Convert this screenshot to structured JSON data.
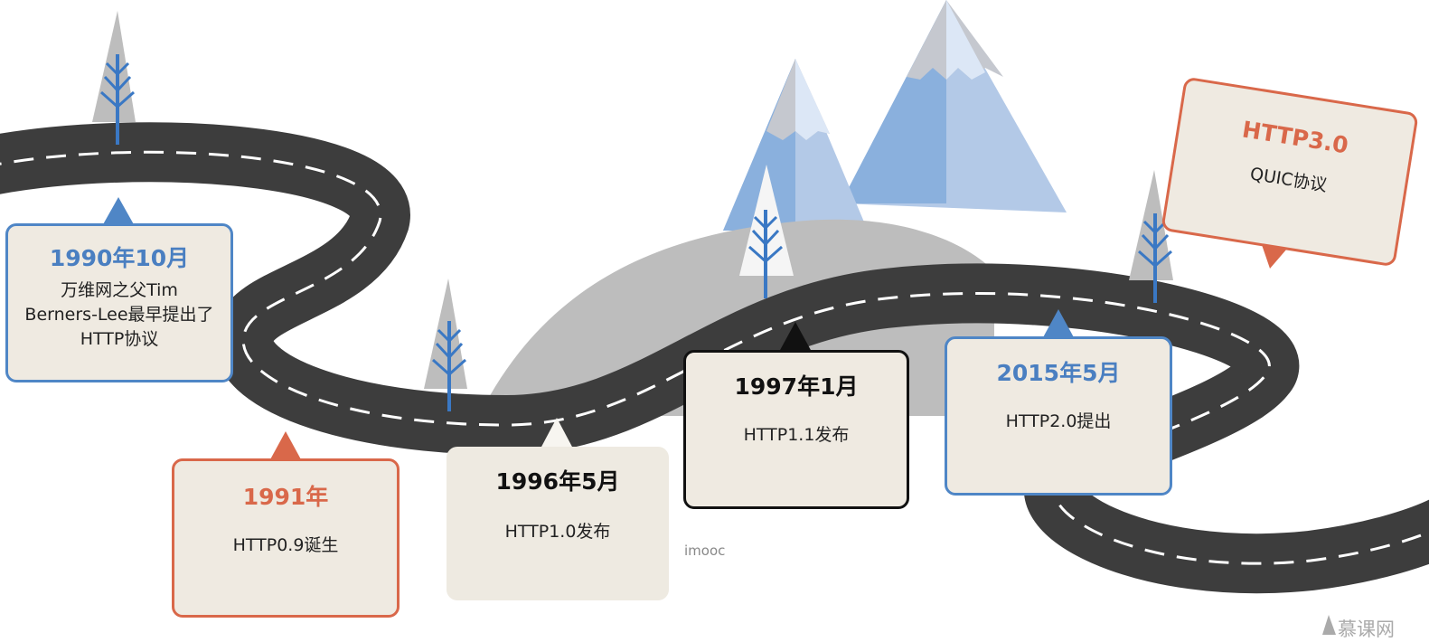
{
  "milestones": [
    {
      "date": "1990年10月",
      "desc_lines": [
        "万维网之父Tim",
        "Berners-Lee最早提出了",
        "HTTP协议"
      ],
      "color": "#4a7fc1"
    },
    {
      "date": "1991年",
      "desc": "HTTP0.9诞生",
      "color": "#d9684a"
    },
    {
      "date": "1996年5月",
      "desc": "HTTP1.0发布",
      "color": "#111111"
    },
    {
      "date": "1997年1月",
      "desc": "HTTP1.1发布",
      "color": "#111111"
    },
    {
      "date": "2015年5月",
      "desc": "HTTP2.0提出",
      "color": "#4a7fc1"
    },
    {
      "date": "HTTP3.0",
      "desc": "QUIC协议",
      "color": "#d9684a"
    }
  ],
  "watermark": "imooc",
  "corner_logo": "慕课网",
  "colors": {
    "road": "#3d3d3d",
    "road_dash": "#ffffff",
    "mountain_light": "#dce7f6",
    "mountain_mid": "#b3c9e7",
    "mountain_dark": "#8ab0dd",
    "hill_gray": "#bdbdbd",
    "tree_blue": "#3a78c4"
  }
}
